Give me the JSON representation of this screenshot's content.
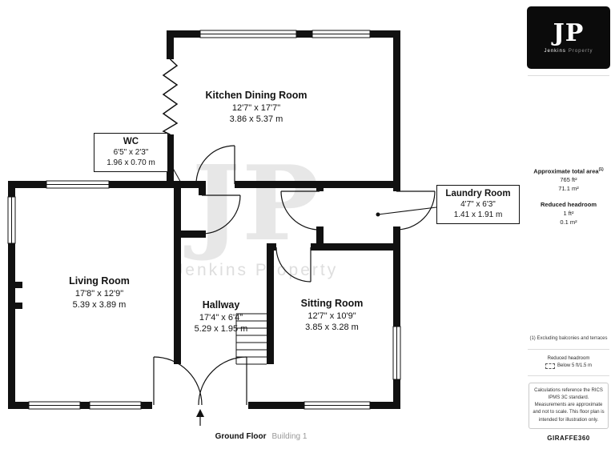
{
  "floorplan": {
    "rooms": [
      {
        "name": "Kitchen Dining Room",
        "imperial": "12'7\" x 17'7\"",
        "metric": "3.86 x 5.37 m"
      },
      {
        "name": "WC",
        "imperial": "6'5\" x 2'3\"",
        "metric": "1.96 x 0.70 m"
      },
      {
        "name": "Laundry Room",
        "imperial": "4'7\" x 6'3\"",
        "metric": "1.41 x 1.91 m"
      },
      {
        "name": "Living Room",
        "imperial": "17'8\" x 12'9\"",
        "metric": "5.39 x 3.89 m"
      },
      {
        "name": "Hallway",
        "imperial": "17'4\" x 6'4\"",
        "metric": "5.29 x 1.95 m"
      },
      {
        "name": "Sitting Room",
        "imperial": "12'7\" x 10'9\"",
        "metric": "3.85 x 3.28 m"
      }
    ],
    "watermark": {
      "initials": "JP",
      "name": "Jenkins Property"
    },
    "footer": {
      "floor_label": "Ground Floor",
      "building_label": "Building 1"
    }
  },
  "sidebar": {
    "logo": {
      "initials": "JP",
      "name_primary": "Jenkins",
      "name_secondary": "Property"
    },
    "summary": {
      "total_area_title": "Approximate total area",
      "total_area_note_mark": "(1)",
      "total_area_ft": "765 ft²",
      "total_area_m": "71.1 m²",
      "reduced_title": "Reduced headroom",
      "reduced_ft": "1 ft²",
      "reduced_m": "0.1 m²"
    },
    "footnote": "(1) Excluding balconies and terraces",
    "legend": {
      "title": "Reduced headroom",
      "item": "Below 5 ft/1.5 m"
    },
    "disclaimer": "Calculations reference the RICS IPMS 3C standard. Measurements are approximate and not to scale. This floor plan is intended for illustration only.",
    "brand": "GIRAFFE360"
  }
}
